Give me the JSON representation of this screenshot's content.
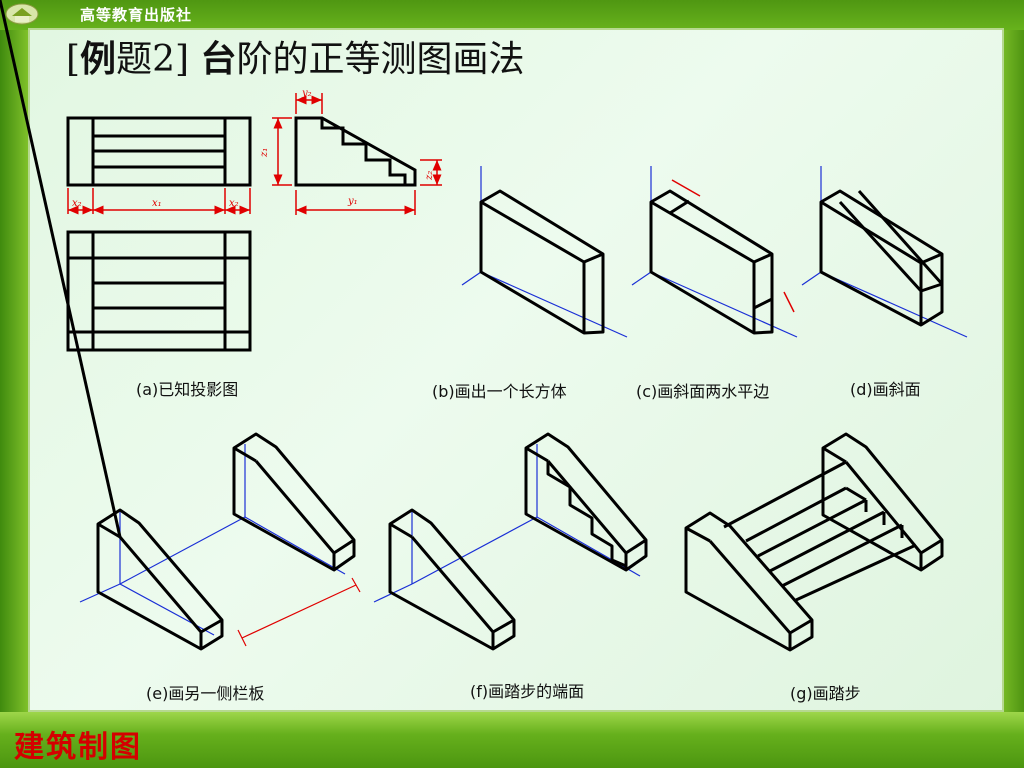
{
  "header": {
    "publisher": "高等教育出版社"
  },
  "title": {
    "bracket_open": "[",
    "prefix_bold": "例",
    "prefix_rest": "题2]",
    "main_bold": "台",
    "main_rest": "阶的正等测图画法"
  },
  "figure": {
    "dimension_labels": {
      "x2_left": "x₂",
      "x1": "x₁",
      "x2_right": "x₂",
      "y2": "y₂",
      "z1": "z₁",
      "z2": "z₂",
      "y1": "y₁"
    },
    "captions": {
      "a": "(a)已知投影图",
      "b": "(b)画出一个长方体",
      "c": "(c)画斜面两水平边",
      "d": "(d)画斜面",
      "e": "(e)画另一侧栏板",
      "f": "(f)画踏步的端面",
      "g": "(g)画踏步"
    }
  },
  "footer": {
    "label": "建筑制图"
  },
  "colors": {
    "frame_green": "#5aa317",
    "panel_bg": "#e6f8e6",
    "footer_red": "#d40000",
    "dimension_red": "#e00000",
    "axis_blue": "#1a2fd6",
    "line_black": "#000000"
  }
}
